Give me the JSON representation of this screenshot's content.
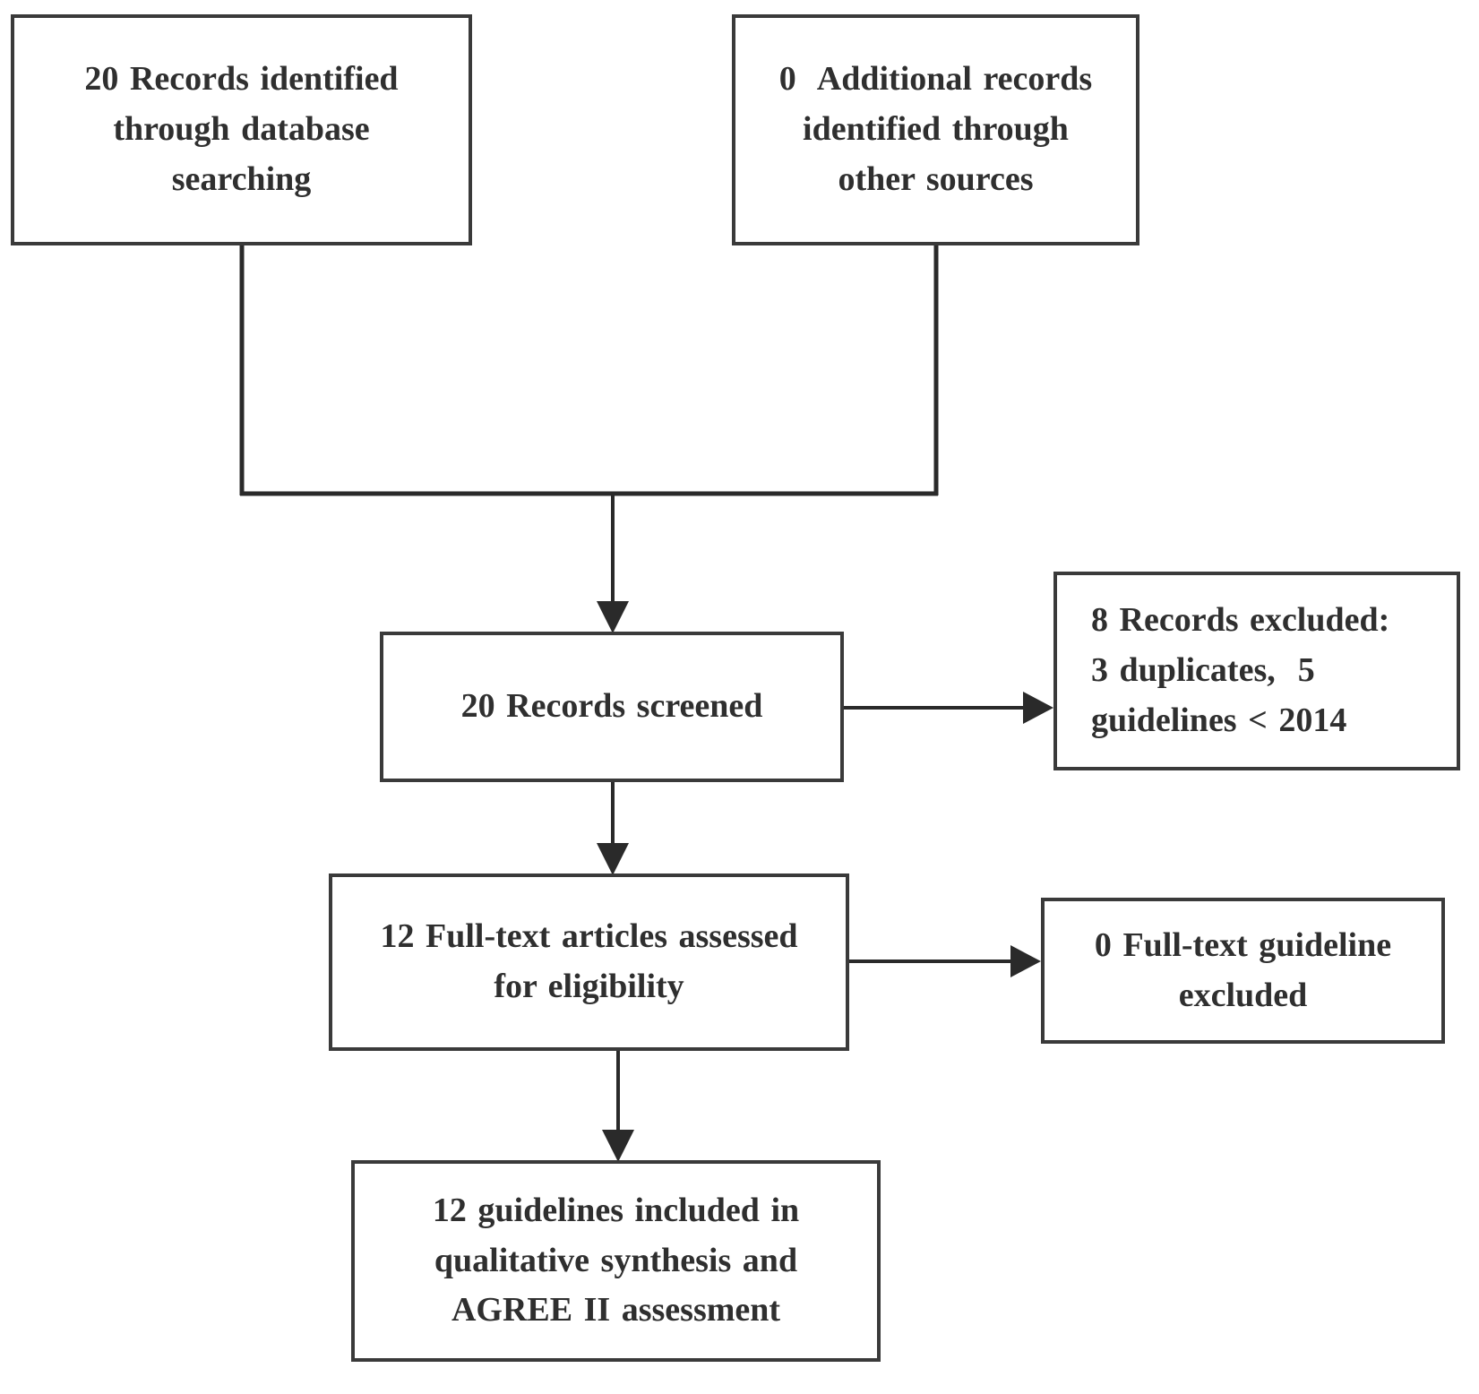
{
  "colors": {
    "background": "#ffffff",
    "box_border": "#3a3a3a",
    "text": "#2f2f2f",
    "connector": "#2a2a2a"
  },
  "flowchart": {
    "nodes": [
      {
        "id": "identified-database",
        "count": "20",
        "lines": [
          "20 Records identified",
          "through database",
          "searching"
        ]
      },
      {
        "id": "identified-other",
        "count": "0",
        "lines": [
          "0  Additional records",
          "identified through",
          "other sources"
        ]
      },
      {
        "id": "screened",
        "count": "20",
        "lines": [
          "20 Records screened"
        ]
      },
      {
        "id": "records-excluded",
        "count": "8",
        "lines": [
          "8 Records excluded:",
          "3 duplicates,  5",
          "guidelines < 2014"
        ]
      },
      {
        "id": "fulltext-assessed",
        "count": "12",
        "lines": [
          "12 Full-text articles assessed",
          "for eligibility"
        ]
      },
      {
        "id": "fulltext-excluded",
        "count": "0",
        "lines": [
          "0 Full-text guideline",
          "excluded"
        ]
      },
      {
        "id": "included",
        "count": "12",
        "lines": [
          "12 guidelines included in",
          "qualitative synthesis and",
          "AGREE II assessment"
        ]
      }
    ],
    "edges": [
      {
        "from": "identified-database",
        "to": "screened"
      },
      {
        "from": "identified-other",
        "to": "screened"
      },
      {
        "from": "screened",
        "to": "records-excluded"
      },
      {
        "from": "screened",
        "to": "fulltext-assessed"
      },
      {
        "from": "fulltext-assessed",
        "to": "fulltext-excluded"
      },
      {
        "from": "fulltext-assessed",
        "to": "included"
      }
    ]
  }
}
